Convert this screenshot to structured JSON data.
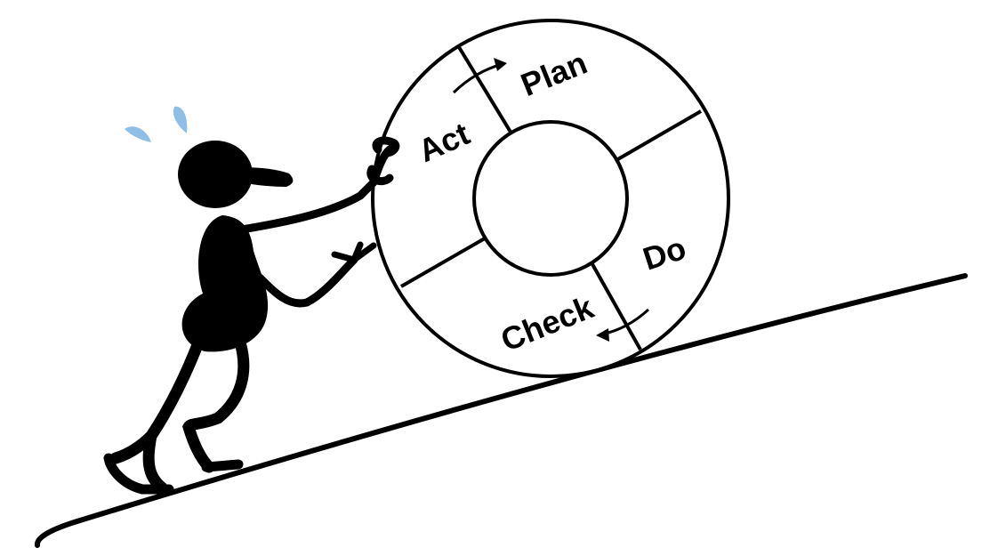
{
  "diagram": {
    "cycle": [
      {
        "id": "plan",
        "label": "Plan"
      },
      {
        "id": "do",
        "label": "Do"
      },
      {
        "id": "check",
        "label": "Check"
      },
      {
        "id": "act",
        "label": "Act"
      }
    ]
  },
  "colors": {
    "ink": "#000000",
    "background": "#ffffff",
    "sweat": "#8fbfe6"
  }
}
